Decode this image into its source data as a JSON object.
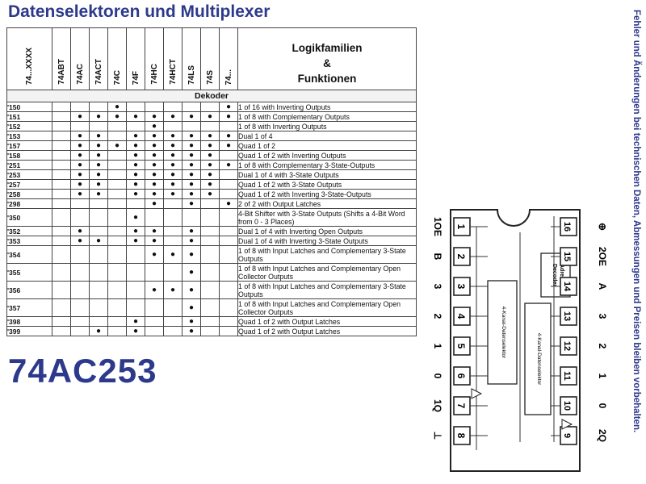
{
  "header": {
    "title": "Datenselektoren und Multiplexer",
    "side_note": "Fehler und Änderungen bei technischen Daten, Abmessungen und Preisen bleiben vorbehalten."
  },
  "part_number": "74AC253",
  "table": {
    "corner_label": "74...XXXX",
    "families": [
      "74ABT",
      "74AC",
      "74ACT",
      "74C",
      "74F",
      "74HC",
      "74HCT",
      "74LS",
      "74S",
      "74..."
    ],
    "function_header": [
      "Logikfamilien",
      "&",
      "Funktionen"
    ],
    "section": "Dekoder",
    "rows": [
      {
        "code": "'150",
        "marks": [
          "",
          "",
          "",
          "●",
          "",
          "",
          "",
          "",
          "",
          "●"
        ],
        "function": "1 of 16 with Inverting Outputs"
      },
      {
        "code": "'151",
        "marks": [
          "",
          "●",
          "●",
          "●",
          "●",
          "●",
          "●",
          "●",
          "●",
          "●"
        ],
        "function": "1 of 8 with Complementary Outputs"
      },
      {
        "code": "'152",
        "marks": [
          "",
          "",
          "",
          "",
          "",
          "●",
          "",
          "",
          "",
          ""
        ],
        "function": "1 of 8 with Inverting Outputs"
      },
      {
        "code": "'153",
        "marks": [
          "",
          "●",
          "●",
          "",
          "●",
          "●",
          "●",
          "●",
          "●",
          "●"
        ],
        "function": "Dual 1 of 4"
      },
      {
        "code": "'157",
        "marks": [
          "",
          "●",
          "●",
          "●",
          "●",
          "●",
          "●",
          "●",
          "●",
          "●"
        ],
        "function": "Quad 1 of 2"
      },
      {
        "code": "'158",
        "marks": [
          "",
          "●",
          "●",
          "",
          "●",
          "●",
          "●",
          "●",
          "●",
          ""
        ],
        "function": "Quad 1 of 2 with Inverting Outputs"
      },
      {
        "code": "'251",
        "marks": [
          "",
          "●",
          "●",
          "",
          "●",
          "●",
          "●",
          "●",
          "●",
          "●"
        ],
        "function": "1 of 8 with Complementary 3-State-Outputs"
      },
      {
        "code": "'253",
        "marks": [
          "",
          "●",
          "●",
          "",
          "●",
          "●",
          "●",
          "●",
          "●",
          ""
        ],
        "function": "Dual 1 of 4 with 3-State Outputs"
      },
      {
        "code": "'257",
        "marks": [
          "",
          "●",
          "●",
          "",
          "●",
          "●",
          "●",
          "●",
          "●",
          ""
        ],
        "function": "Quad 1 of 2 with 3-State Outputs"
      },
      {
        "code": "'258",
        "marks": [
          "",
          "●",
          "●",
          "",
          "●",
          "●",
          "●",
          "●",
          "●",
          ""
        ],
        "function": "Quad 1 of 2 with Inverting 3-State-Outputs"
      },
      {
        "code": "'298",
        "marks": [
          "",
          "",
          "",
          "",
          "",
          "●",
          "",
          "●",
          "",
          "●"
        ],
        "function": "2 of 2 with Output Latches"
      },
      {
        "code": "'350",
        "marks": [
          "",
          "",
          "",
          "",
          "●",
          "",
          "",
          "",
          "",
          ""
        ],
        "function": "4-Bit Shifter with 3-State Outputs (Shifts a 4-Bit Word from 0 - 3 Places)"
      },
      {
        "code": "'352",
        "marks": [
          "",
          "●",
          "",
          "",
          "●",
          "●",
          "",
          "●",
          "",
          ""
        ],
        "function": "Dual 1 of 4 with Inverting Open Outputs"
      },
      {
        "code": "'353",
        "marks": [
          "",
          "●",
          "●",
          "",
          "●",
          "●",
          "",
          "●",
          "",
          ""
        ],
        "function": "Dual 1 of 4 with Inverting 3-State Outputs"
      },
      {
        "code": "'354",
        "marks": [
          "",
          "",
          "",
          "",
          "",
          "●",
          "●",
          "●",
          "",
          ""
        ],
        "function": "1 of 8 with Input Latches and Complementary 3-State Outputs"
      },
      {
        "code": "'355",
        "marks": [
          "",
          "",
          "",
          "",
          "",
          "",
          "",
          "●",
          "",
          ""
        ],
        "function": "1 of 8 with Input Latches and Complementary Open Collector Outputs"
      },
      {
        "code": "'356",
        "marks": [
          "",
          "",
          "",
          "",
          "",
          "●",
          "●",
          "●",
          "",
          ""
        ],
        "function": "1 of 8 with Input Latches and Complementary 3-State Outputs"
      },
      {
        "code": "'357",
        "marks": [
          "",
          "",
          "",
          "",
          "",
          "",
          "",
          "●",
          "",
          ""
        ],
        "function": "1 of 8 with Input Latches and Complementary Open Collector Outputs"
      },
      {
        "code": "'398",
        "marks": [
          "",
          "",
          "",
          "",
          "●",
          "",
          "",
          "●",
          "",
          ""
        ],
        "function": "Quad 1 of 2 with Output Latches"
      },
      {
        "code": "'399",
        "marks": [
          "",
          "",
          "●",
          "",
          "●",
          "",
          "",
          "●",
          "",
          ""
        ],
        "function": "Quad 1 of 2 with Output Latches"
      }
    ]
  },
  "pinout": {
    "left_pins": [
      {
        "number": "1",
        "label": "1OE"
      },
      {
        "number": "2",
        "label": "B"
      },
      {
        "number": "3",
        "label": "3"
      },
      {
        "number": "4",
        "label": "2"
      },
      {
        "number": "5",
        "label": "1"
      },
      {
        "number": "6",
        "label": "0"
      },
      {
        "number": "7",
        "label": "1Q"
      },
      {
        "number": "8",
        "label": "⊥"
      }
    ],
    "right_pins": [
      {
        "number": "16",
        "label": "⊕"
      },
      {
        "number": "15",
        "label": "2OE"
      },
      {
        "number": "14",
        "label": "A"
      },
      {
        "number": "13",
        "label": "3"
      },
      {
        "number": "12",
        "label": "2"
      },
      {
        "number": "11",
        "label": "1"
      },
      {
        "number": "10",
        "label": "0"
      },
      {
        "number": "9",
        "label": "2Q"
      }
    ],
    "decoder_label": [
      "Adress-",
      "Decoder"
    ],
    "mux_left_label": "4-Kanal-Datenselektor",
    "mux_right_label": "4-Kanal-Datenselektor"
  }
}
